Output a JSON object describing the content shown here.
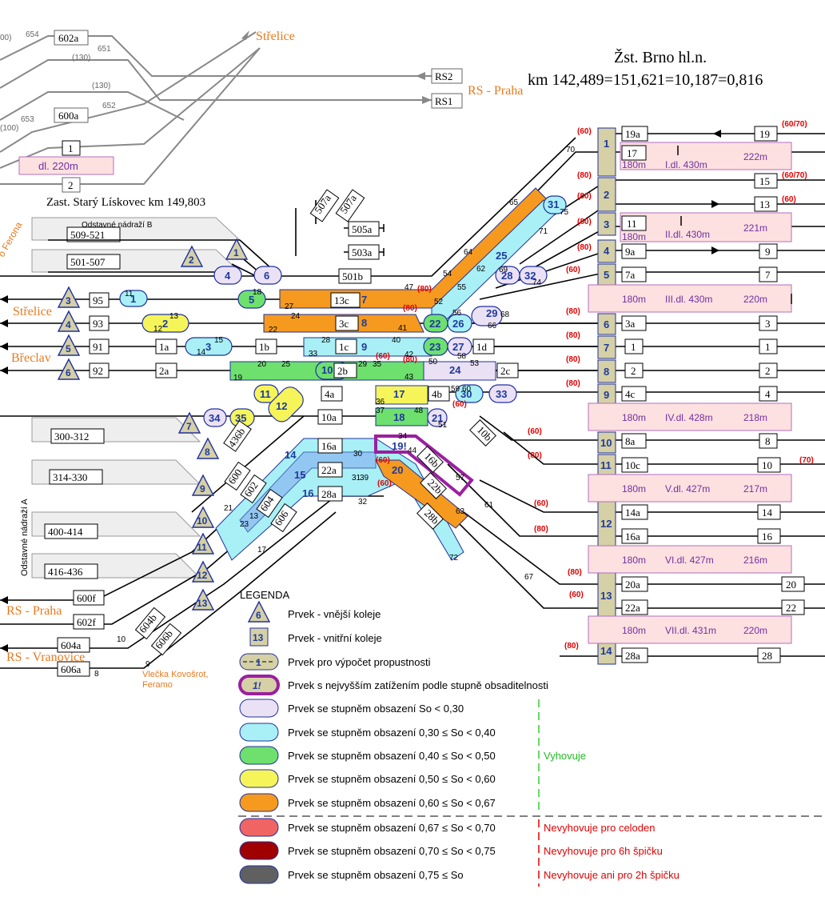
{
  "station": {
    "name": "Žst. Brno hl.n.",
    "km": "km 142,489=151,621=10,187=0,816",
    "stop": "Zast. Starý Lískovec km 149,803"
  },
  "directions": {
    "strelice_top": "Střelice",
    "rs_praha_top": "RS - Praha",
    "strelice_left": "Střelice",
    "breclav": "Břeclav",
    "rs_praha_bottom": "RS - Praha",
    "rs_vranovice": "RS - Vranovice",
    "ferona": "o Ferona",
    "vlecka": "Vlečka Kovošrot, Feramo"
  },
  "depots": {
    "b_label": "Odstavné nádraží B",
    "a_label": "Odstavné nádraží A",
    "b_tracks": [
      "509-521",
      "501-507"
    ],
    "a_tracks": [
      "300-312",
      "314-330",
      "400-414",
      "416-436"
    ],
    "top_boxes": [
      "507a",
      "507a"
    ]
  },
  "top_left": {
    "tracks": [
      "602a",
      "600a",
      "1",
      "2",
      "RS2",
      "RS1"
    ],
    "numbers": [
      "654",
      "651",
      "(130)",
      "(130)",
      "652",
      "653",
      "(100)",
      "00)"
    ],
    "length": "dl. 220m"
  },
  "platforms": [
    "1",
    "2",
    "3",
    "4",
    "5",
    "6",
    "7",
    "8",
    "9",
    "10",
    "11",
    "12",
    "13",
    "14"
  ],
  "platform_sections": [
    {
      "short": "180m",
      "name": "I.dl. 430m",
      "long": "222m"
    },
    {
      "short": "180m",
      "name": "II.dl. 430m",
      "long": "221m"
    },
    {
      "short": "180m",
      "name": "III.dl. 430m",
      "long": "220m"
    },
    {
      "short": "180m",
      "name": "IV.dl. 428m",
      "long": "218m"
    },
    {
      "short": "180m",
      "name": "V.dl. 427m",
      "long": "217m"
    },
    {
      "short": "180m",
      "name": "VI.dl. 427m",
      "long": "216m"
    },
    {
      "short": "180m",
      "name": "VII.dl. 431m",
      "long": "220m"
    }
  ],
  "left_inner_tracks": [
    "95",
    "93",
    "91",
    "92"
  ],
  "head_tracks": [
    "19a",
    "17",
    "11",
    "9a",
    "7a",
    "3a",
    "1",
    "2",
    "4c",
    "8a",
    "10c",
    "14a",
    "16a",
    "20a",
    "22a",
    "28a"
  ],
  "end_tracks": [
    "19",
    "15",
    "13",
    "9",
    "7",
    "3",
    "1",
    "2",
    "4",
    "8",
    "10",
    "14",
    "16",
    "20",
    "22",
    "28"
  ],
  "throat_tracks": [
    "505a",
    "503a",
    "501b",
    "13c",
    "3c",
    "1a",
    "1b",
    "1c",
    "1d",
    "2a",
    "2b",
    "2c",
    "4a",
    "4b",
    "10a",
    "10b",
    "16a",
    "16b",
    "22a",
    "22b",
    "28a",
    "28b",
    "436b",
    "600",
    "602",
    "604",
    "606",
    "604b",
    "606b",
    "600f",
    "602f",
    "604a",
    "606a"
  ],
  "external_triangles": [
    "1",
    "2",
    "3",
    "4",
    "5",
    "6",
    "7",
    "8",
    "9",
    "10",
    "11",
    "12",
    "13"
  ],
  "speed_labels": [
    "(60)",
    "(80)",
    "(80)",
    "(80)",
    "(80)",
    "(60)",
    "(80)",
    "(80)",
    "(80)",
    "(80)",
    "(60)",
    "(80)",
    "(60)",
    "(80)",
    "(80)",
    "(60)",
    "(80)",
    "(60/70)",
    "(60/70)",
    "(60)",
    "(70)",
    "(80)",
    "(80)",
    "(60)",
    "(80)",
    "(60)",
    "(60)",
    "(60)"
  ],
  "legend": {
    "title": "LEGENDA",
    "items": [
      {
        "sym": "6",
        "text": "Prvek - vnější koleje"
      },
      {
        "sym": "13",
        "text": "Prvek - vnitřní koleje"
      },
      {
        "sym": "1",
        "text": "Prvek pro výpočet propustnosti"
      },
      {
        "sym": "1!",
        "text": "Prvek s nejvyšším zatížením podle stupně obsaditelnosti"
      },
      {
        "text": "Prvek se stupněm obsazení So < 0,30",
        "color": "#ebe1f5"
      },
      {
        "text": "Prvek se stupněm obsazení 0,30 ≤ So < 0,40",
        "color": "#a8f0f5"
      },
      {
        "text": "Prvek se stupněm obsazení 0,40 ≤ So < 0,50",
        "color": "#6ee06e"
      },
      {
        "text": "Prvek se stupněm obsazení 0,50 ≤ So < 0,60",
        "color": "#f5f55a"
      },
      {
        "text": "Prvek se stupněm obsazení 0,60 ≤ So < 0,67",
        "color": "#f59a1e"
      },
      {
        "text": "Prvek se stupněm obsazení 0,67 ≤ So < 0,70",
        "color": "#f06464"
      },
      {
        "text": "Prvek se stupněm obsazení 0,70 ≤ So < 0,75",
        "color": "#a00000"
      },
      {
        "text": "Prvek se stupněm obsazení 0,75 ≤ So",
        "color": "#606060"
      }
    ],
    "vyhovuje": "Vyhovuje",
    "nevyhovuje": [
      "Nevyhovuje pro celoden",
      "Nevyhovuje pro 6h špičku",
      "Nevyhovuje ani pro 2h špičku"
    ]
  },
  "colors": {
    "so_lt_030": "#ebe1f5",
    "so_030_040": "#a8f0f5",
    "so_040_050": "#6ee06e",
    "so_050_060": "#f5f55a",
    "so_060_067": "#f59a1e",
    "so_067_070": "#f06464",
    "so_070_075": "#a00000",
    "so_ge_075": "#606060",
    "platform": "#d5d0a5",
    "platform_section": "#fde0e0",
    "section_border": "#b070c0",
    "element_border": "#2030a0",
    "max_border": "#9b1fa0",
    "direction": "#e87a1e",
    "speed": "#e00000"
  }
}
